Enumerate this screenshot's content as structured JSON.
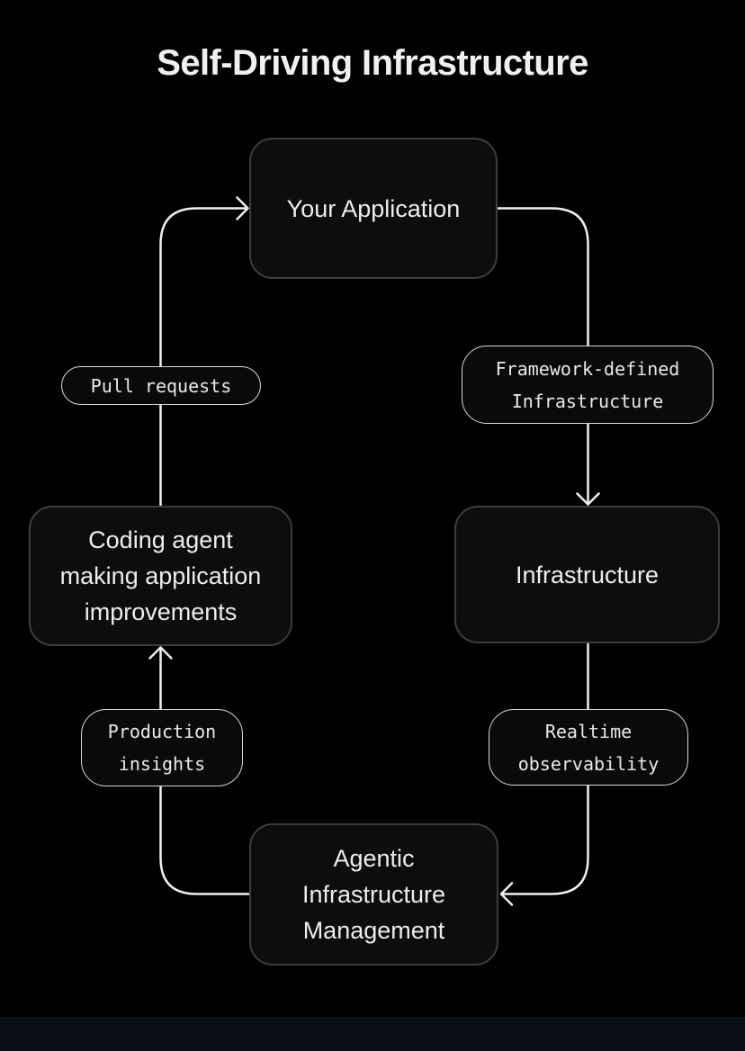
{
  "title": "Self-Driving Infrastructure",
  "theme": {
    "background": "#000000",
    "box_fill": "#0d0d0d",
    "box_border": "#3d3d3d",
    "box_text": "#ededed",
    "pill_fill": "#0a0a0a",
    "pill_border": "#d8d8d8",
    "pill_text": "#e9e9e9",
    "connector": "#efefef",
    "title_color": "#f0f0f0",
    "footer_strip": "#0b0e15"
  },
  "nodes": {
    "your_application": {
      "label": "Your Application"
    },
    "infrastructure": {
      "label": "Infrastructure"
    },
    "agentic_management": {
      "label": "Agentic\nInfrastructure\nManagement"
    },
    "coding_agent": {
      "label": "Coding agent\nmaking application\nimprovements"
    }
  },
  "edge_labels": {
    "framework_defined": {
      "label": "Framework-defined\nInfrastructure"
    },
    "realtime_observability": {
      "label": "Realtime\nobservability"
    },
    "production_insights": {
      "label": "Production\ninsights"
    },
    "pull_requests": {
      "label": "Pull requests"
    }
  }
}
